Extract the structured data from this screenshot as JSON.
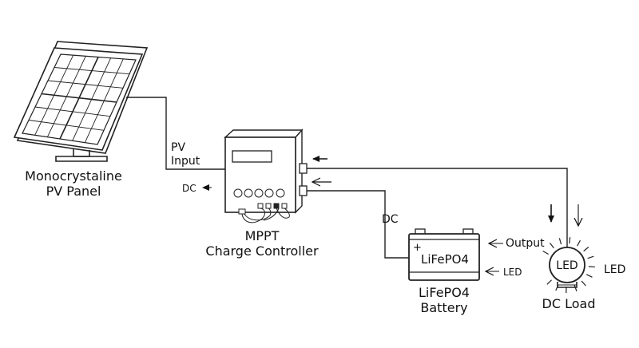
{
  "diagram": {
    "pv_panel": {
      "label_line1": "Monocrystaline",
      "label_line2": "PV Panel"
    },
    "controller": {
      "label_line1": "MPPT",
      "label_line2": "Charge Controller"
    },
    "battery": {
      "plus_sign": "+",
      "face_label": "LiFePO4",
      "label_line1": "LiFePO4",
      "label_line2": "Battery"
    },
    "load": {
      "bulb_label": "LED",
      "side_label": "LED",
      "label": "DC Load"
    },
    "annotations": {
      "pv_input_line1": "PV",
      "pv_input_line2": "Input",
      "dc_left": "DC",
      "dc_battery": "DC",
      "output": "Output",
      "led_arrow": "LED"
    }
  }
}
